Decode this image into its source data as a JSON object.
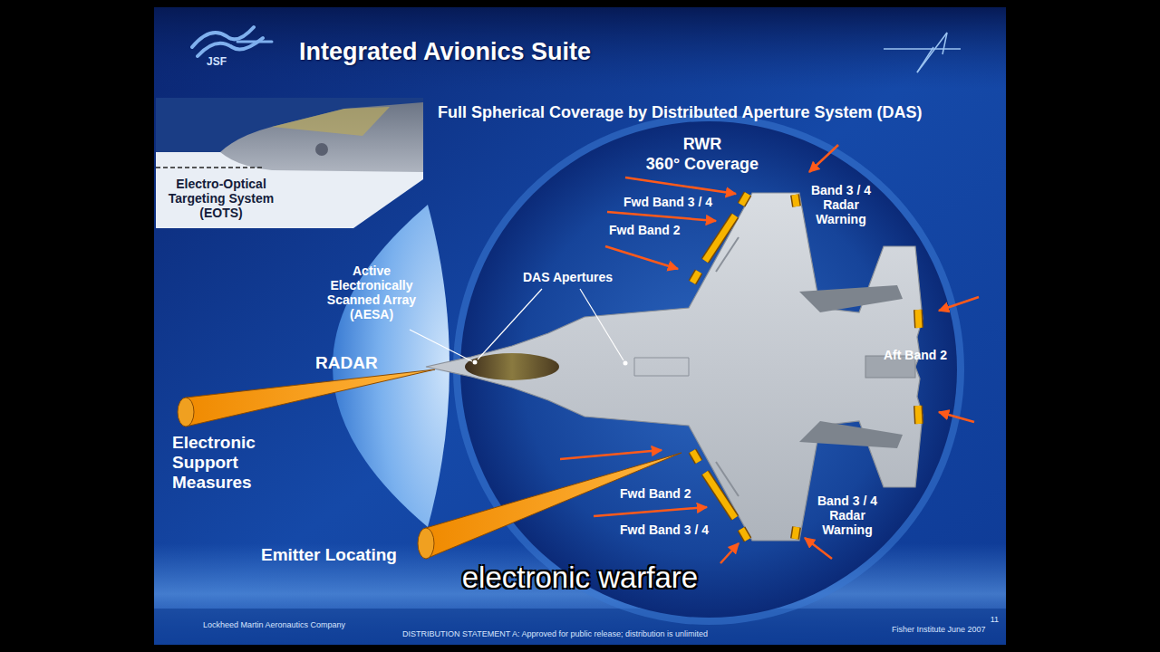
{
  "diagram": {
    "title": "Integrated Avionics Suite",
    "caption": "electronic warfare",
    "nodes": [
      {
        "text": [
          "Electro-Optical Targeting System (EOTS)"
        ]
      }
    ],
    "labels": [
      "JSF",
      "Full Spherical Coverage by Distributed Aperture System (DAS)",
      "RWR",
      "360° Coverage",
      "Fwd Band 3 / 4",
      "Fwd Band 2",
      "Band 3 / 4 Radar Warning",
      "DAS Apertures",
      "Active Electronically Scanned Array (AESA)",
      "RADAR",
      "Aft Band 2",
      "Electronic Support Measures",
      "Fwd Band 2",
      "Fwd Band 3 / 4",
      "Band 3 / 4 Radar Warning",
      "Emitter Locating",
      "Lockheed Martin Aeronautics Company",
      "DISTRIBUTION STATEMENT A: Approved for public release; distribution is unlimited",
      "11",
      "Fisher Institute June 2007"
    ]
  }
}
